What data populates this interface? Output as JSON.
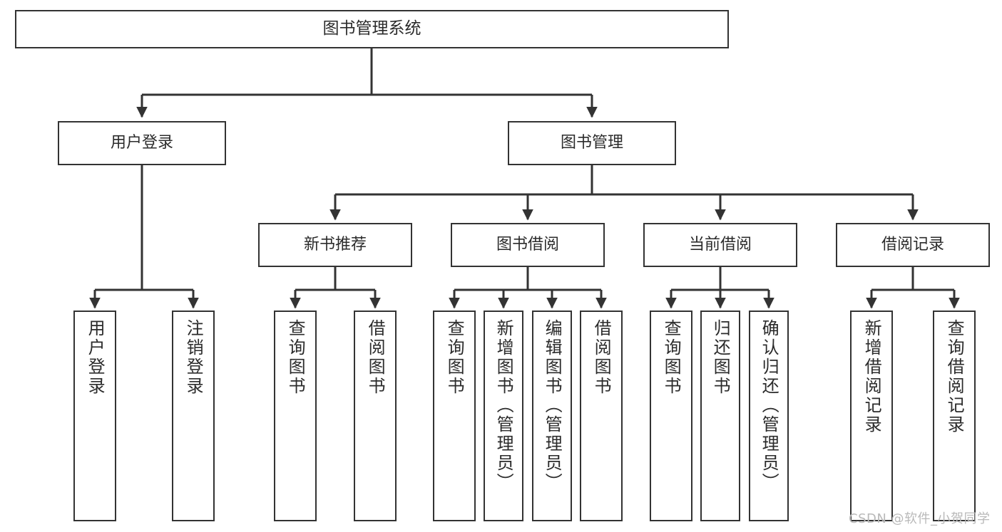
{
  "diagram": {
    "title": "图书管理系统",
    "type": "tree-hierarchy",
    "orientation": "top-down",
    "watermark": "CSDN @软件_小贺同学",
    "colors": {
      "box_border": "#333333",
      "box_fill": "#ffffff",
      "connector": "#333333",
      "text": "#2b2b2b",
      "watermark": "#b9b9b9",
      "background": "#ffffff"
    },
    "nodes": {
      "root": {
        "label": "图书管理系统"
      },
      "level2": [
        {
          "id": "user-login",
          "label": "用户登录"
        },
        {
          "id": "book-management",
          "label": "图书管理"
        }
      ],
      "level3": [
        {
          "id": "new-book-recommend",
          "label": "新书推荐"
        },
        {
          "id": "book-borrow",
          "label": "图书借阅"
        },
        {
          "id": "current-borrow",
          "label": "当前借阅"
        },
        {
          "id": "borrow-record",
          "label": "借阅记录"
        }
      ],
      "leaves": [
        {
          "id": "leaf-user-login",
          "label": "用户登录",
          "parent": "user-login"
        },
        {
          "id": "leaf-logout",
          "label": "注销登录",
          "parent": "user-login"
        },
        {
          "id": "leaf-query-book-1",
          "label": "查询图书",
          "parent": "new-book-recommend"
        },
        {
          "id": "leaf-borrow-book-1",
          "label": "借阅图书",
          "parent": "new-book-recommend"
        },
        {
          "id": "leaf-query-book-2",
          "label": "查询图书",
          "parent": "book-borrow"
        },
        {
          "id": "leaf-add-book",
          "label": "新增图书（管理员）",
          "parent": "book-borrow"
        },
        {
          "id": "leaf-edit-book",
          "label": "编辑图书（管理员）",
          "parent": "book-borrow"
        },
        {
          "id": "leaf-borrow-book-2",
          "label": "借阅图书",
          "parent": "book-borrow"
        },
        {
          "id": "leaf-query-book-3",
          "label": "查询图书",
          "parent": "current-borrow"
        },
        {
          "id": "leaf-return-book",
          "label": "归还图书",
          "parent": "current-borrow"
        },
        {
          "id": "leaf-confirm-return",
          "label": "确认归还（管理员）",
          "parent": "current-borrow"
        },
        {
          "id": "leaf-add-record",
          "label": "新增借阅记录",
          "parent": "borrow-record"
        },
        {
          "id": "leaf-query-record",
          "label": "查询借阅记录",
          "parent": "borrow-record"
        }
      ]
    }
  }
}
